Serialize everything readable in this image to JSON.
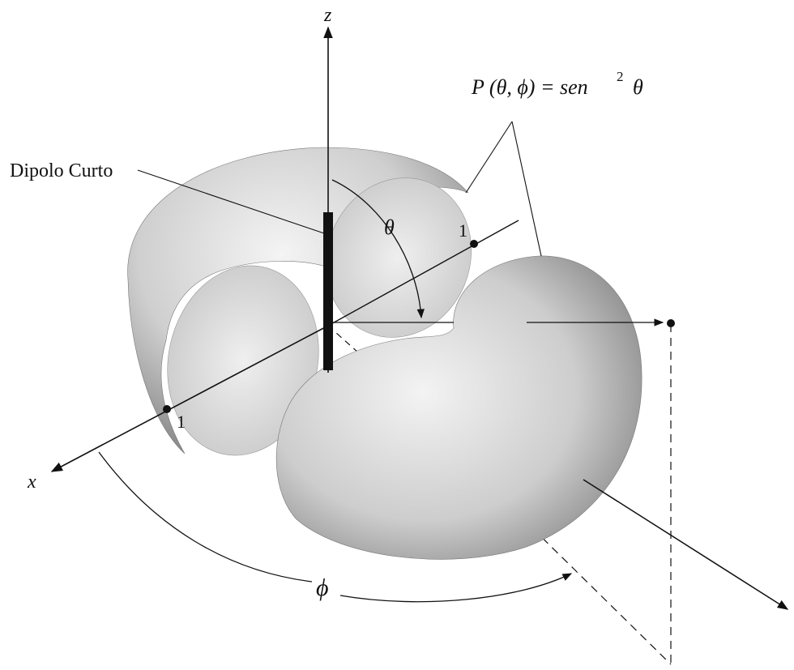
{
  "labels": {
    "z_axis": "z",
    "x_axis": "x",
    "dipole": "Dipolo Curto",
    "theta": "θ",
    "phi": "ϕ",
    "unit_x": "1",
    "unit_y": "1",
    "formula_lhs": "P (θ, ϕ) = sen",
    "formula_exp": "2",
    "formula_var": "θ"
  },
  "colors": {
    "ink": "#111111",
    "surface_light": "#f2f2f2",
    "surface_mid": "#c9c9c9",
    "surface_dark": "#8e8e8e",
    "cut_face": "#e6e6e6"
  }
}
